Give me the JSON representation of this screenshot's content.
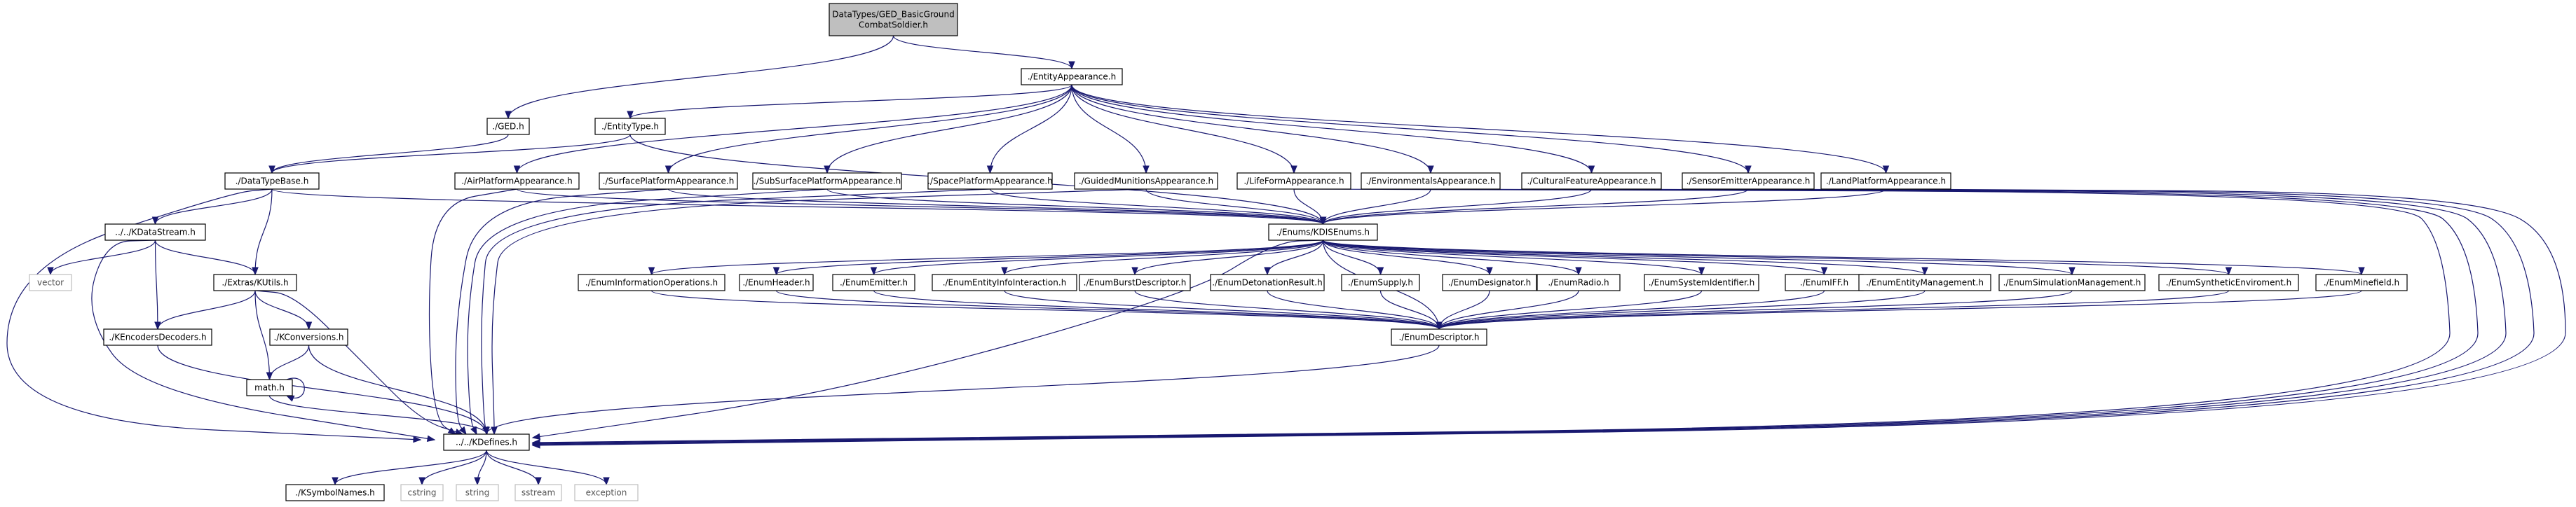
{
  "diagram": {
    "kind": "include-dependency-graph",
    "nodes": [
      {
        "id": "root",
        "label": "DataTypes/GED_BasicGround\nCombatSoldier.h",
        "style": "root"
      },
      {
        "id": "entapp",
        "label": "./EntityAppearance.h",
        "style": "normal"
      },
      {
        "id": "ged",
        "label": "./GED.h",
        "style": "normal"
      },
      {
        "id": "enttype",
        "label": "./EntityType.h",
        "style": "normal"
      },
      {
        "id": "dtb",
        "label": "./DataTypeBase.h",
        "style": "normal"
      },
      {
        "id": "air",
        "label": "./AirPlatformAppearance.h",
        "style": "normal"
      },
      {
        "id": "surf",
        "label": "./SurfacePlatformAppearance.h",
        "style": "normal"
      },
      {
        "id": "sub",
        "label": "./SubSurfacePlatformAppearance.h",
        "style": "normal"
      },
      {
        "id": "space",
        "label": "./SpacePlatformAppearance.h",
        "style": "normal"
      },
      {
        "id": "guided",
        "label": "./GuidedMunitionsAppearance.h",
        "style": "normal"
      },
      {
        "id": "life",
        "label": "./LifeFormAppearance.h",
        "style": "normal"
      },
      {
        "id": "envapp",
        "label": "./EnvironmentalsAppearance.h",
        "style": "normal"
      },
      {
        "id": "cult",
        "label": "./CulturalFeatureAppearance.h",
        "style": "normal"
      },
      {
        "id": "sensor",
        "label": "./SensorEmitterAppearance.h",
        "style": "normal"
      },
      {
        "id": "land",
        "label": "./LandPlatformAppearance.h",
        "style": "normal"
      },
      {
        "id": "kds",
        "label": "../../KDataStream.h",
        "style": "normal"
      },
      {
        "id": "enums",
        "label": "./Enums/KDISEnums.h",
        "style": "normal"
      },
      {
        "id": "vector",
        "label": "vector",
        "style": "ext"
      },
      {
        "id": "kutils",
        "label": "./Extras/KUtils.h",
        "style": "normal"
      },
      {
        "id": "einfo",
        "label": "./EnumInformationOperations.h",
        "style": "normal"
      },
      {
        "id": "ehdr",
        "label": "./EnumHeader.h",
        "style": "normal"
      },
      {
        "id": "eemit",
        "label": "./EnumEmitter.h",
        "style": "normal"
      },
      {
        "id": "eeii",
        "label": "./EnumEntityInfoInteraction.h",
        "style": "normal"
      },
      {
        "id": "eburst",
        "label": "./EnumBurstDescriptor.h",
        "style": "normal"
      },
      {
        "id": "edet",
        "label": "./EnumDetonationResult.h",
        "style": "normal"
      },
      {
        "id": "esup",
        "label": "./EnumSupply.h",
        "style": "normal"
      },
      {
        "id": "edesig",
        "label": "./EnumDesignator.h",
        "style": "normal"
      },
      {
        "id": "eradio",
        "label": "./EnumRadio.h",
        "style": "normal"
      },
      {
        "id": "esysid",
        "label": "./EnumSystemIdentifier.h",
        "style": "normal"
      },
      {
        "id": "eiff",
        "label": "./EnumIFF.h",
        "style": "normal"
      },
      {
        "id": "eentmgmt",
        "label": "./EnumEntityManagement.h",
        "style": "normal"
      },
      {
        "id": "esimmgmt",
        "label": "./EnumSimulationManagement.h",
        "style": "normal"
      },
      {
        "id": "esynth",
        "label": "./EnumSyntheticEnviroment.h",
        "style": "normal"
      },
      {
        "id": "emine",
        "label": "./EnumMinefield.h",
        "style": "normal"
      },
      {
        "id": "kenc",
        "label": "./KEncodersDecoders.h",
        "style": "normal"
      },
      {
        "id": "kconv",
        "label": "./KConversions.h",
        "style": "normal"
      },
      {
        "id": "edesc",
        "label": "./EnumDescriptor.h",
        "style": "normal"
      },
      {
        "id": "math",
        "label": "math.h",
        "style": "normal"
      },
      {
        "id": "kdef",
        "label": "../../KDefines.h",
        "style": "normal"
      },
      {
        "id": "ksym",
        "label": "./KSymbolNames.h",
        "style": "normal"
      },
      {
        "id": "cstring",
        "label": "cstring",
        "style": "ext"
      },
      {
        "id": "string",
        "label": "string",
        "style": "ext"
      },
      {
        "id": "sstream",
        "label": "sstream",
        "style": "ext"
      },
      {
        "id": "exception",
        "label": "exception",
        "style": "ext"
      }
    ],
    "edges": [
      [
        "root",
        "ged"
      ],
      [
        "root",
        "entapp"
      ],
      [
        "entapp",
        "enttype"
      ],
      [
        "entapp",
        "air"
      ],
      [
        "entapp",
        "surf"
      ],
      [
        "entapp",
        "sub"
      ],
      [
        "entapp",
        "space"
      ],
      [
        "entapp",
        "guided"
      ],
      [
        "entapp",
        "life"
      ],
      [
        "entapp",
        "envapp"
      ],
      [
        "entapp",
        "cult"
      ],
      [
        "entapp",
        "sensor"
      ],
      [
        "entapp",
        "land"
      ],
      [
        "ged",
        "dtb"
      ],
      [
        "enttype",
        "dtb"
      ],
      [
        "enttype",
        "enums"
      ],
      [
        "dtb",
        "kds"
      ],
      [
        "dtb",
        "kutils"
      ],
      [
        "dtb",
        "enums"
      ],
      [
        "dtb",
        "kdef"
      ],
      [
        "air",
        "enums"
      ],
      [
        "air",
        "kdef"
      ],
      [
        "surf",
        "enums"
      ],
      [
        "surf",
        "kdef"
      ],
      [
        "sub",
        "enums"
      ],
      [
        "sub",
        "kdef"
      ],
      [
        "space",
        "enums"
      ],
      [
        "space",
        "kdef"
      ],
      [
        "guided",
        "enums"
      ],
      [
        "guided",
        "kdef"
      ],
      [
        "life",
        "enums"
      ],
      [
        "life",
        "kdef"
      ],
      [
        "envapp",
        "enums"
      ],
      [
        "envapp",
        "kdef"
      ],
      [
        "cult",
        "enums"
      ],
      [
        "cult",
        "kdef"
      ],
      [
        "sensor",
        "enums"
      ],
      [
        "sensor",
        "kdef"
      ],
      [
        "land",
        "enums"
      ],
      [
        "land",
        "kdef"
      ],
      [
        "kds",
        "vector"
      ],
      [
        "kds",
        "kutils"
      ],
      [
        "kds",
        "kenc"
      ],
      [
        "kds",
        "kdef"
      ],
      [
        "kutils",
        "kenc"
      ],
      [
        "kutils",
        "kconv"
      ],
      [
        "kutils",
        "math"
      ],
      [
        "kutils",
        "kdef"
      ],
      [
        "kenc",
        "kdef"
      ],
      [
        "kconv",
        "math"
      ],
      [
        "kconv",
        "kdef"
      ],
      [
        "math",
        "math"
      ],
      [
        "math",
        "kdef"
      ],
      [
        "enums",
        "einfo"
      ],
      [
        "enums",
        "ehdr"
      ],
      [
        "enums",
        "eemit"
      ],
      [
        "enums",
        "eeii"
      ],
      [
        "enums",
        "eburst"
      ],
      [
        "enums",
        "edet"
      ],
      [
        "enums",
        "esup"
      ],
      [
        "enums",
        "edesig"
      ],
      [
        "enums",
        "eradio"
      ],
      [
        "enums",
        "esysid"
      ],
      [
        "enums",
        "eiff"
      ],
      [
        "enums",
        "eentmgmt"
      ],
      [
        "enums",
        "esimmgmt"
      ],
      [
        "enums",
        "esynth"
      ],
      [
        "enums",
        "emine"
      ],
      [
        "enums",
        "edesc"
      ],
      [
        "enums",
        "kdef"
      ],
      [
        "einfo",
        "edesc"
      ],
      [
        "ehdr",
        "edesc"
      ],
      [
        "eemit",
        "edesc"
      ],
      [
        "eeii",
        "edesc"
      ],
      [
        "eburst",
        "edesc"
      ],
      [
        "edet",
        "edesc"
      ],
      [
        "esup",
        "edesc"
      ],
      [
        "edesig",
        "edesc"
      ],
      [
        "eradio",
        "edesc"
      ],
      [
        "esysid",
        "edesc"
      ],
      [
        "eiff",
        "edesc"
      ],
      [
        "eentmgmt",
        "edesc"
      ],
      [
        "esimmgmt",
        "edesc"
      ],
      [
        "esynth",
        "edesc"
      ],
      [
        "emine",
        "edesc"
      ],
      [
        "edesc",
        "kdef"
      ],
      [
        "kdef",
        "ksym"
      ],
      [
        "kdef",
        "cstring"
      ],
      [
        "kdef",
        "string"
      ],
      [
        "kdef",
        "sstream"
      ],
      [
        "kdef",
        "exception"
      ]
    ],
    "colors": {
      "edge": "#191970",
      "root_fill": "#bfbfbf",
      "ext_border": "#bfbfbf",
      "node_border": "#000000"
    }
  }
}
